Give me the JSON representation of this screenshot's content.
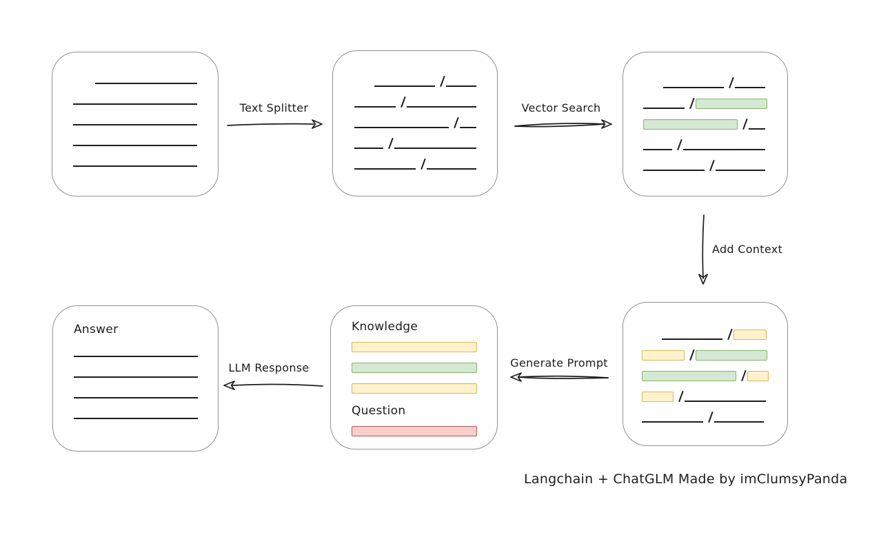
{
  "colors": {
    "ink": "#1c1c1c",
    "box-stroke": "#8f8f8f",
    "green-fill": "#d5e8d4",
    "green-stroke": "#82b366",
    "yellow-fill": "#fff2cc",
    "yellow-stroke": "#d6b656",
    "red-fill": "#f8cecc",
    "red-stroke": "#b85450"
  },
  "labels": {
    "text_splitter": "Text Splitter",
    "vector_search": "Vector Search",
    "add_context": "Add Context",
    "generate_prompt": "Generate Prompt",
    "llm_response": "LLM Response",
    "knowledge": "Knowledge",
    "question": "Question",
    "answer": "Answer",
    "caption": "Langchain + ChatGLM Made by imClumsyPanda"
  },
  "boxes": {
    "document": {
      "rows": [
        [
          {
            "t": "line",
            "w": 150,
            "ind": 32
          }
        ],
        [
          {
            "t": "line",
            "w": 182
          }
        ],
        [
          {
            "t": "line",
            "w": 182
          }
        ],
        [
          {
            "t": "line",
            "w": 182
          }
        ],
        [
          {
            "t": "line",
            "w": 182
          }
        ]
      ]
    },
    "chunks": {
      "rows": [
        [
          {
            "t": "line",
            "w": 88,
            "ind": 29
          },
          {
            "t": "slash"
          },
          {
            "t": "line",
            "w": 44
          }
        ],
        [
          {
            "t": "line",
            "w": 60
          },
          {
            "t": "slash"
          },
          {
            "t": "line",
            "w": 101
          }
        ],
        [
          {
            "t": "line",
            "w": 137
          },
          {
            "t": "slash"
          },
          {
            "t": "line",
            "w": 24
          }
        ],
        [
          {
            "t": "line",
            "w": 42
          },
          {
            "t": "slash"
          },
          {
            "t": "line",
            "w": 119
          }
        ],
        [
          {
            "t": "line",
            "w": 89
          },
          {
            "t": "slash"
          },
          {
            "t": "line",
            "w": 72
          }
        ]
      ]
    },
    "chunks_matched": {
      "rows": [
        [
          {
            "t": "line",
            "w": 88,
            "ind": 29
          },
          {
            "t": "slash"
          },
          {
            "t": "line",
            "w": 44
          }
        ],
        [
          {
            "t": "line",
            "w": 60
          },
          {
            "t": "slash"
          },
          {
            "t": "chip",
            "c": "green",
            "w": 104
          }
        ],
        [
          {
            "t": "chip",
            "c": "green",
            "w": 137
          },
          {
            "t": "slash"
          },
          {
            "t": "line",
            "w": 24
          }
        ],
        [
          {
            "t": "line",
            "w": 42
          },
          {
            "t": "slash"
          },
          {
            "t": "line",
            "w": 119
          }
        ],
        [
          {
            "t": "line",
            "w": 89
          },
          {
            "t": "slash"
          },
          {
            "t": "line",
            "w": 72
          }
        ]
      ]
    },
    "chunks_context": {
      "rows": [
        [
          {
            "t": "line",
            "w": 88,
            "ind": 29
          },
          {
            "t": "slash"
          },
          {
            "t": "chip",
            "c": "yellow",
            "w": 48
          }
        ],
        [
          {
            "t": "chip",
            "c": "yellow",
            "w": 62
          },
          {
            "t": "slash"
          },
          {
            "t": "chip",
            "c": "green",
            "w": 104
          }
        ],
        [
          {
            "t": "chip",
            "c": "green",
            "w": 137
          },
          {
            "t": "slash"
          },
          {
            "t": "chip",
            "c": "yellow",
            "w": 31
          }
        ],
        [
          {
            "t": "chip",
            "c": "yellow",
            "w": 46
          },
          {
            "t": "slash"
          },
          {
            "t": "line",
            "w": 118
          }
        ],
        [
          {
            "t": "line",
            "w": 89
          },
          {
            "t": "slash"
          },
          {
            "t": "line",
            "w": 72
          }
        ]
      ]
    },
    "prompt": {
      "knowledge_rows": [
        [
          {
            "t": "chip",
            "c": "yellow",
            "w": 182
          }
        ],
        [
          {
            "t": "chip",
            "c": "green",
            "w": 182
          }
        ],
        [
          {
            "t": "chip",
            "c": "yellow",
            "w": 182
          }
        ]
      ],
      "question_rows": [
        [
          {
            "t": "chip",
            "c": "red",
            "w": 182
          }
        ]
      ]
    },
    "answer": {
      "rows": [
        [
          {
            "t": "line",
            "w": 180
          }
        ],
        [
          {
            "t": "line",
            "w": 180
          }
        ],
        [
          {
            "t": "line",
            "w": 180
          }
        ],
        [
          {
            "t": "line",
            "w": 180
          }
        ]
      ]
    }
  }
}
